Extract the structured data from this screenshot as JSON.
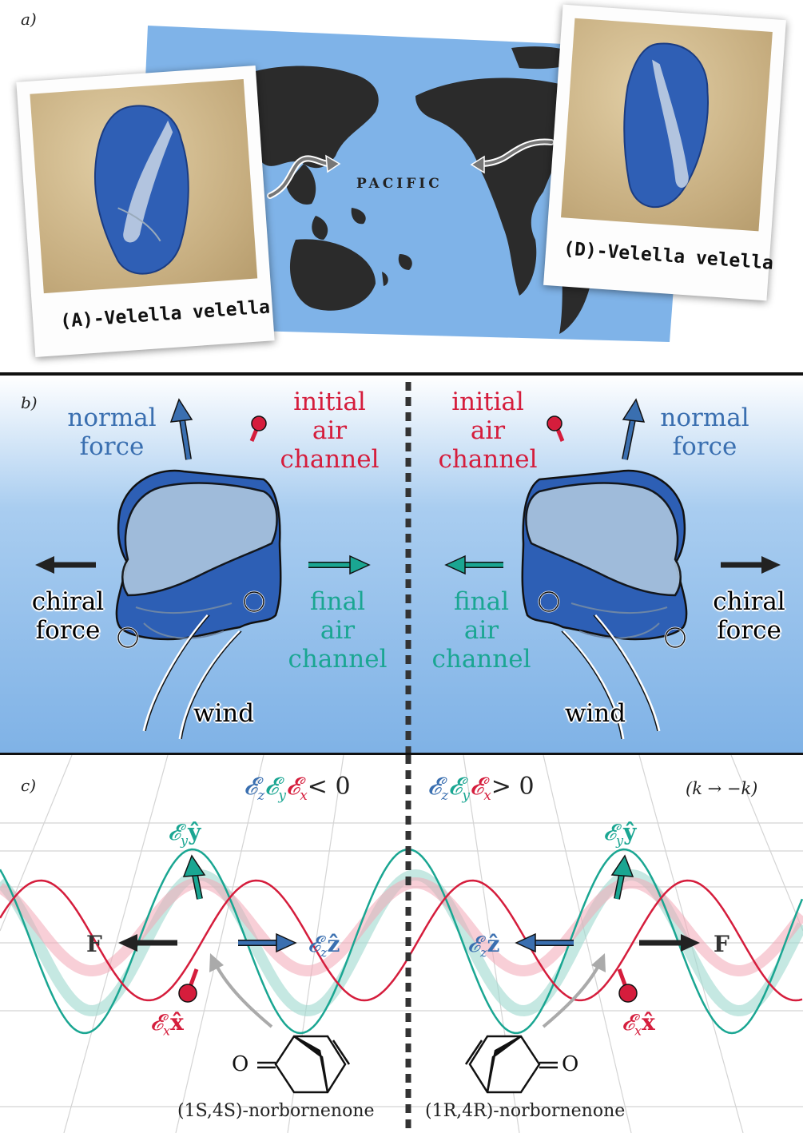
{
  "panel_a": {
    "label": "a)",
    "map_label": "PACIFIC",
    "photo_left_caption": "(A)-Velella velella",
    "photo_right_caption": "(D)-Velella velella"
  },
  "panel_b": {
    "label": "b)",
    "left": {
      "normal_force": [
        "normal",
        "force"
      ],
      "initial_air_channel": [
        "initial",
        "air",
        "channel"
      ],
      "chiral_force": [
        "chiral",
        "force"
      ],
      "final_air_channel": [
        "final",
        "air",
        "channel"
      ],
      "wind": "wind"
    },
    "right": {
      "normal_force": [
        "normal",
        "force"
      ],
      "initial_air_channel": [
        "initial",
        "air",
        "channel"
      ],
      "chiral_force": [
        "chiral",
        "force"
      ],
      "final_air_channel": [
        "final",
        "air",
        "channel"
      ],
      "wind": "wind"
    }
  },
  "panel_c": {
    "label": "c)",
    "condition_left": "< 0",
    "condition_right": "> 0",
    "k_flip": "(k → −k)",
    "ey_label": "y",
    "ez_label": "z",
    "ex_label": "x",
    "force_label": "F",
    "oxygen": "O",
    "molecule_left": "(1S,4S)-norbornenone",
    "molecule_right": "(1R,4R)-norbornenone"
  },
  "colors": {
    "blue": "#3a6fb0",
    "red": "#d51d3c",
    "teal": "#1aa692",
    "map_ocean": "#7fb3e8",
    "land": "#2b2b2b"
  }
}
